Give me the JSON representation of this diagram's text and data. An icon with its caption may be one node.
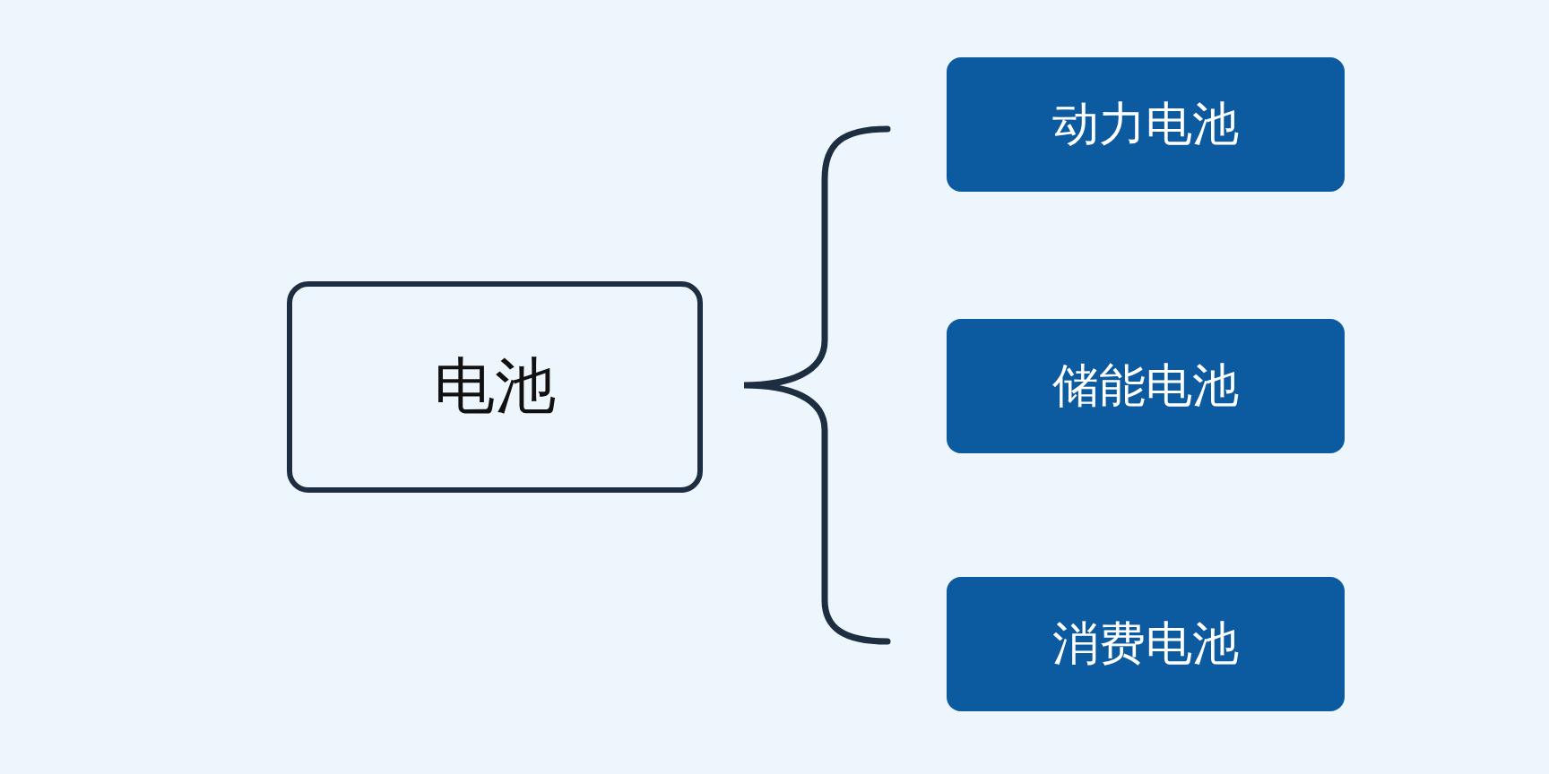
{
  "diagram": {
    "nodes": [
      {
        "text": [
          "电池"
        ]
      },
      {
        "text": [
          "动力电池"
        ]
      },
      {
        "text": [
          "储能电池"
        ]
      },
      {
        "text": [
          "消费电池"
        ]
      }
    ]
  }
}
